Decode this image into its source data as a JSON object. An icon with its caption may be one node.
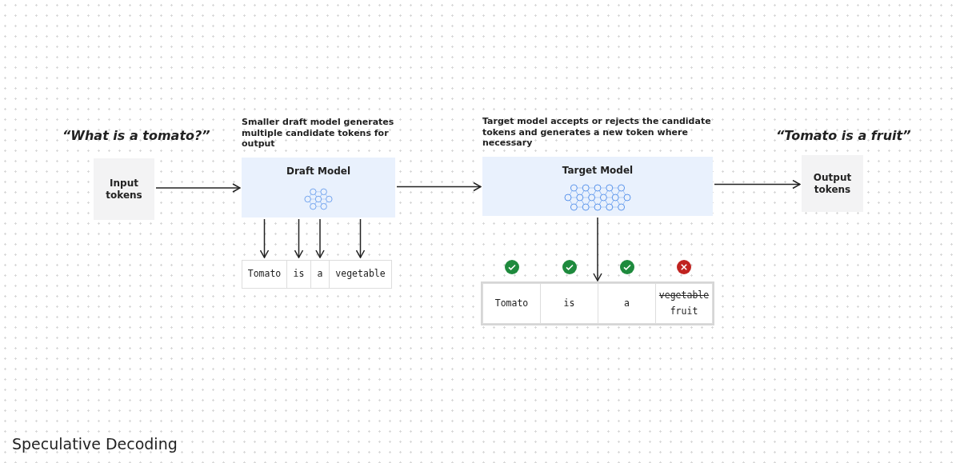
{
  "diagram": {
    "title": "Speculative Decoding",
    "nodes": [
      {
        "text": [
          "Input tokens"
        ],
        "beside": [
          "“What is a tomato?”"
        ]
      },
      {
        "text": [
          "Smaller draft model generates multiple candidate tokens for output",
          "Draft Model"
        ]
      },
      {
        "text": [
          "Target model accepts or rejects the candidate tokens and generates a new token where necessary",
          "Target Model"
        ]
      },
      {
        "text": [
          "Output tokens"
        ],
        "beside": [
          "“Tomato is a fruit”"
        ]
      },
      {
        "text": [
          "Tomato"
        ]
      },
      {
        "text": [
          "is"
        ]
      },
      {
        "text": [
          "a"
        ]
      },
      {
        "text": [
          "vegetable"
        ]
      },
      {
        "text": [],
        "shape": "box"
      },
      {
        "text": [
          "Tomato"
        ],
        "in": 8
      },
      {
        "text": [
          "is"
        ],
        "in": 8
      },
      {
        "text": [
          "a"
        ],
        "in": 8
      },
      {
        "text": [
          "vegetable",
          "fruit"
        ],
        "in": 8
      }
    ],
    "edges": [
      {
        "from": 0,
        "to": 1,
        "arrow": "to"
      },
      {
        "from": 1,
        "to": 2,
        "arrow": "to"
      },
      {
        "from": 2,
        "to": 3,
        "arrow": "to"
      },
      {
        "from": 1,
        "to": 4,
        "arrow": "to"
      },
      {
        "from": 1,
        "to": 5,
        "arrow": "to"
      },
      {
        "from": 1,
        "to": 6,
        "arrow": "to"
      },
      {
        "from": 1,
        "to": 7,
        "arrow": "to"
      },
      {
        "from": 2,
        "to": 8,
        "arrow": "to"
      }
    ]
  }
}
